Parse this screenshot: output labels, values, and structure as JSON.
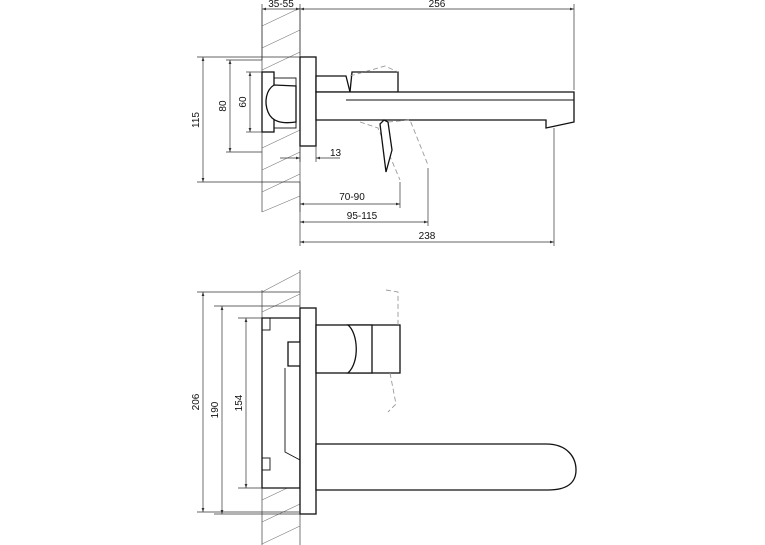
{
  "top_view": {
    "dims": {
      "wall_offset": "35-55",
      "spout_reach": "256",
      "height_outer": "115",
      "cover_plate": "80",
      "body_height": "60",
      "plate_thickness": "13",
      "lever_length": "70-90",
      "lever_swing": "95-115",
      "spout_length": "238"
    }
  },
  "side_view": {
    "dims": {
      "plate_height": "206",
      "box_height": "190",
      "inner_height": "154"
    }
  }
}
